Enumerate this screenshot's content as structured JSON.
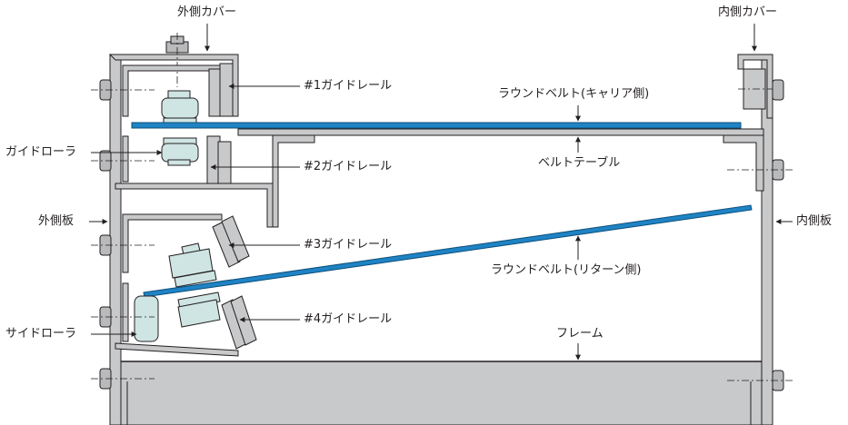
{
  "labels": {
    "outer_cover": "外側カバー",
    "inner_cover": "内側カバー",
    "guide_rail_1": "#1ガイドレール",
    "guide_rail_2": "#2ガイドレール",
    "guide_rail_3": "#3ガイドレール",
    "guide_rail_4": "#4ガイドレール",
    "round_belt_carrier": "ラウンドベルト(キャリア側)",
    "belt_table": "ベルトテーブル",
    "guide_roller": "ガイドローラ",
    "outer_plate": "外側板",
    "inner_plate": "内側板",
    "round_belt_return": "ラウンドベルト(リターン側)",
    "side_roller": "サイドローラ",
    "frame": "フレーム"
  },
  "colors": {
    "frame_gray": "#c8c9ca",
    "frame_stroke": "#231f20",
    "roller_fill": "#cfe5e3",
    "belt_blue": "#1f83c4",
    "belt_dark": "#0c4f7a",
    "bolt_fill": "#b9babb"
  }
}
